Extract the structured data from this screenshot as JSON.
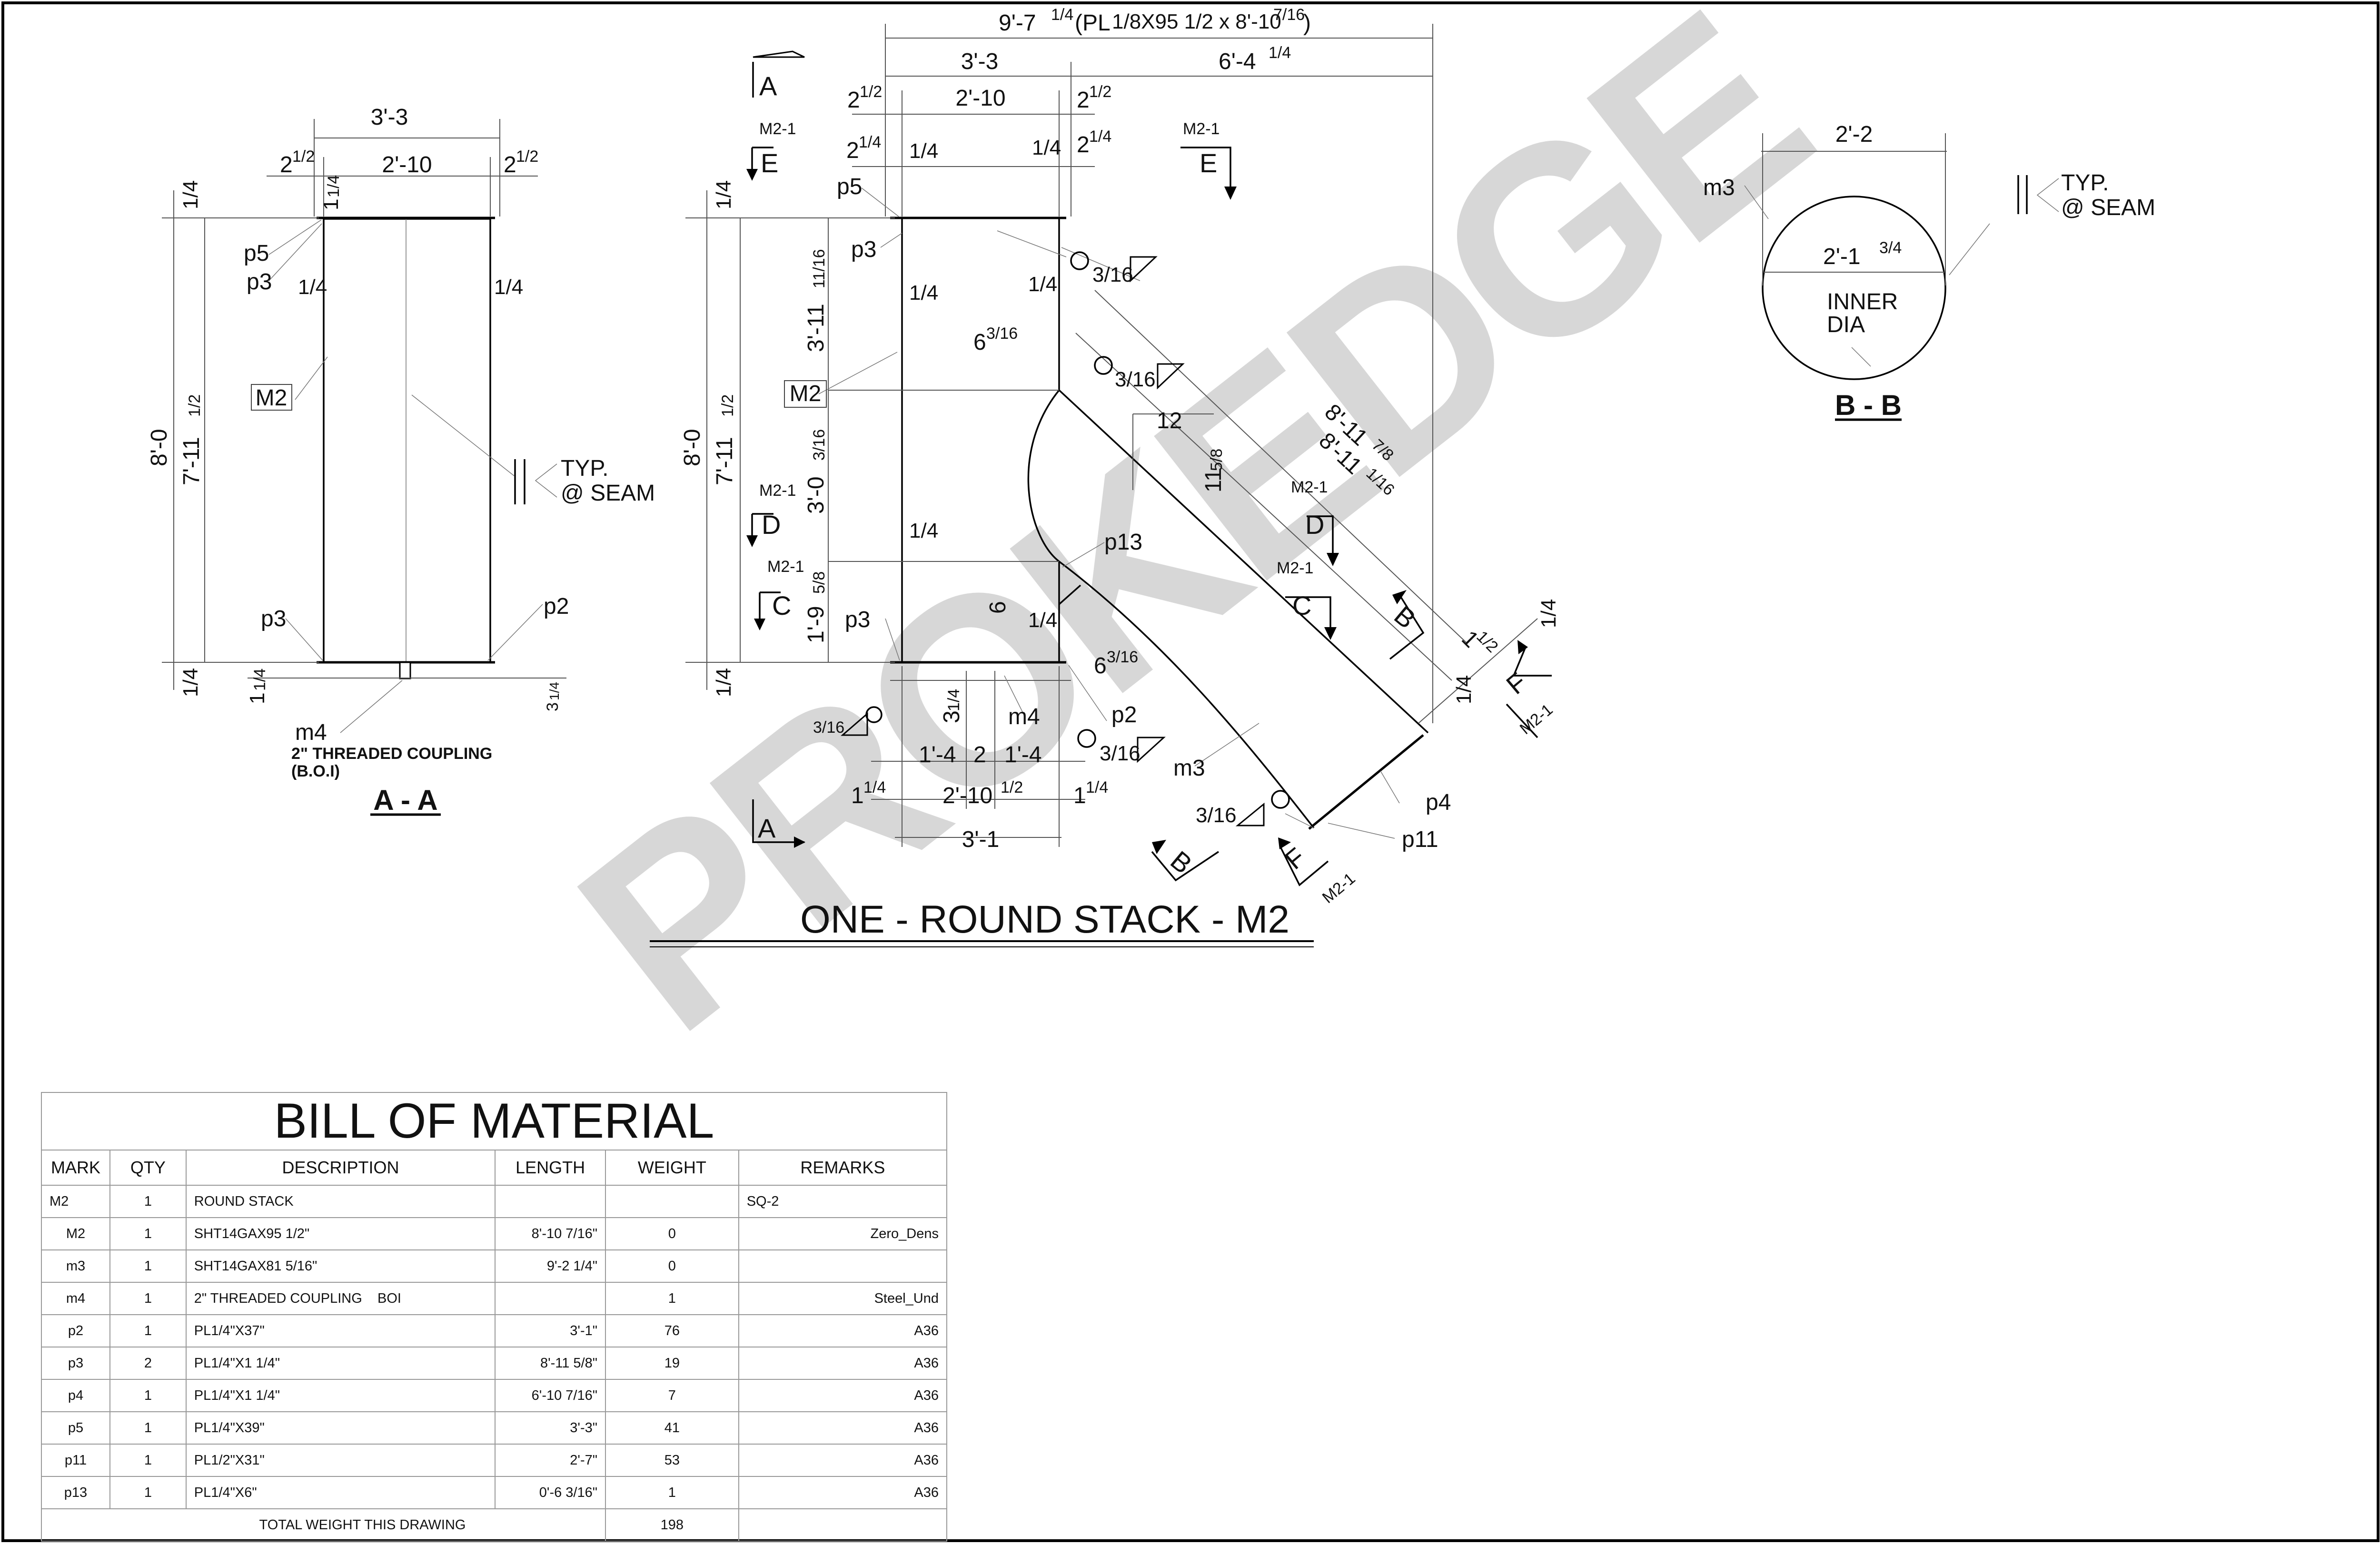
{
  "drawing": {
    "title": "ONE - ROUND STACK - M2",
    "watermark": "PROKEDGE",
    "colors": {
      "line": "#000000",
      "dimension": "#555555",
      "watermark": "#9a9a9a",
      "background": "#ffffff"
    }
  },
  "section_aa": {
    "label": "A - A",
    "dims": {
      "overall_width": "3'-3",
      "inner_width": "2'-10",
      "left_offset": "2",
      "right_offset": "2",
      "half": "1/2",
      "top_quarter": "1/4",
      "top_left_gap": "1",
      "top_left_gap_frac": "1/4",
      "height_total": "8'-0",
      "height_inner": "7'-11",
      "height_frac": "1/2",
      "left_quarter": "1/4",
      "right_quarter": "1/4",
      "bottom_quarter": "1/4",
      "bottom_left": "1",
      "bottom_left_frac": "1/4",
      "bottom_right": "3",
      "bottom_right_frac": "1/4"
    },
    "marks": {
      "p5": "p5",
      "p3_top": "p3",
      "m2": "M2",
      "p3_bot": "p3",
      "p2": "p2",
      "m4": "m4"
    },
    "note_typ": "TYP.",
    "note_seam": "@ SEAM",
    "coupling_note": "2\" THREADED COUPLING",
    "coupling_note2": "(B.O.I)"
  },
  "main_view": {
    "dims": {
      "top_overall": "9'-7",
      "top_overall_frac": "1/4",
      "top_overall_note": "(PL",
      "plate_spec": "1/8X95 1/2 x 8'-10",
      "plate_frac": "7/16",
      "close_paren": ")",
      "width_33": "3'-3",
      "width_641": "6'-4",
      "width_641_frac": "1/4",
      "off_2": "2",
      "half": "1/2",
      "inner_210": "2'-10",
      "off_2r": "2",
      "off_21": "2",
      "quarter": "1/4",
      "off_21r": "2",
      "top_q": "1/4",
      "inner_q1": "1/4",
      "inner_q2": "1/4",
      "inner_q3": "1/4",
      "inner_q4": "1/4",
      "h_3_11": "3'-11",
      "h_3_11_frac": "11/16",
      "h_3_0": "3'-0",
      "h_3_0_frac": "3/16",
      "h_1_9": "1'-9",
      "h_1_9_frac": "5/8",
      "h_total": "8'-0",
      "h_inner": "7'-11",
      "h_inner_frac": "1/2",
      "left_q_top": "1/4",
      "left_q_bot": "1/4",
      "d_6_3": "6",
      "d_6_3_frac": "3/16",
      "d_6_3b": "6",
      "d_6_3b_frac": "3/16",
      "d_6": "6",
      "q_6": "1/4",
      "d_3_1": "3",
      "d_3_1_frac": "1/4",
      "b_1_4a": "1'-4",
      "b_2": "2",
      "b_1_4b": "1'-4",
      "b_1_1": "1",
      "b_1_1_frac": "1/4",
      "b_2_10": "2'-10",
      "b_2_10_frac": "1/2",
      "b_1_1r": "1",
      "b_1_1r_frac": "1/4",
      "b_3_1": "3'-1",
      "diag_8_11a": "8'-11",
      "diag_8_11a_frac": "7/8",
      "diag_8_11b": "8'-11",
      "diag_8_11b_frac": "1/16",
      "slope_run": "12",
      "slope_rise": "11",
      "slope_rise_frac": "5/8",
      "d_1_1": "1",
      "d_1_1_frac": "1/2",
      "d_q1": "1/4",
      "d_q2": "1/4"
    },
    "welds": {
      "w1": "3/16",
      "w2": "3/16",
      "w3": "3/16",
      "w4": "3/16",
      "w5": "3/16"
    },
    "marks": {
      "p5": "p5",
      "p3a": "p3",
      "m2": "M2",
      "p13": "p13",
      "p3b": "p3",
      "m4": "m4",
      "p2": "p2",
      "m3": "m3",
      "p4": "p4",
      "p11": "p11"
    },
    "sections": {
      "a_top": "A",
      "a_bot": "A",
      "e_left": "E",
      "e_right": "E",
      "d_left": "D",
      "d_right": "D",
      "c_left": "C",
      "c_right": "C",
      "b_bot": "B",
      "b_right": "B",
      "f_bot": "F",
      "f_right": "F",
      "ref1": "M2-1",
      "ref2": "M2-1",
      "ref3": "M2-1",
      "ref4": "M2-1",
      "ref5": "M2-1",
      "ref6": "M2-1",
      "ref7": "M2-1",
      "ref8": "M2-1"
    }
  },
  "section_bb": {
    "label": "B - B",
    "dim_outer": "2'-2",
    "dim_inner": "2'-1",
    "dim_inner_frac": "3/4",
    "note1": "INNER",
    "note2": "DIA",
    "mark": "m3",
    "note_typ": "TYP.",
    "note_seam": "@ SEAM"
  },
  "bill_of_material": {
    "title": "BILL OF MATERIAL",
    "columns": [
      "MARK",
      "QTY",
      "DESCRIPTION",
      "LENGTH",
      "WEIGHT",
      "REMARKS"
    ],
    "rows": [
      {
        "mark": "M2",
        "qty": "1",
        "description": "ROUND STACK",
        "length": "",
        "weight": "",
        "remarks": "SQ-2"
      },
      {
        "mark": "M2",
        "qty": "1",
        "description": "SHT14GAX95 1/2\"",
        "length": "8'-10 7/16\"",
        "weight": "0",
        "remarks": "Zero_Dens"
      },
      {
        "mark": "m3",
        "qty": "1",
        "description": "SHT14GAX81 5/16\"",
        "length": "9'-2 1/4\"",
        "weight": "0",
        "remarks": ""
      },
      {
        "mark": "m4",
        "qty": "1",
        "description": "2\" THREADED COUPLING    BOI",
        "length": "",
        "weight": "1",
        "remarks": "Steel_Und"
      },
      {
        "mark": "p2",
        "qty": "1",
        "description": "PL1/4\"X37\"",
        "length": "3'-1\"",
        "weight": "76",
        "remarks": "A36"
      },
      {
        "mark": "p3",
        "qty": "2",
        "description": "PL1/4\"X1 1/4\"",
        "length": "8'-11 5/8\"",
        "weight": "19",
        "remarks": "A36"
      },
      {
        "mark": "p4",
        "qty": "1",
        "description": "PL1/4\"X1 1/4\"",
        "length": "6'-10 7/16\"",
        "weight": "7",
        "remarks": "A36"
      },
      {
        "mark": "p5",
        "qty": "1",
        "description": "PL1/4\"X39\"",
        "length": "3'-3\"",
        "weight": "41",
        "remarks": "A36"
      },
      {
        "mark": "p11",
        "qty": "1",
        "description": "PL1/2\"X31\"",
        "length": "2'-7\"",
        "weight": "53",
        "remarks": "A36"
      },
      {
        "mark": "p13",
        "qty": "1",
        "description": "PL1/4\"X6\"",
        "length": "0'-6 3/16\"",
        "weight": "1",
        "remarks": "A36"
      }
    ],
    "total_label": "TOTAL WEIGHT THIS DRAWING",
    "total_weight": "198"
  }
}
